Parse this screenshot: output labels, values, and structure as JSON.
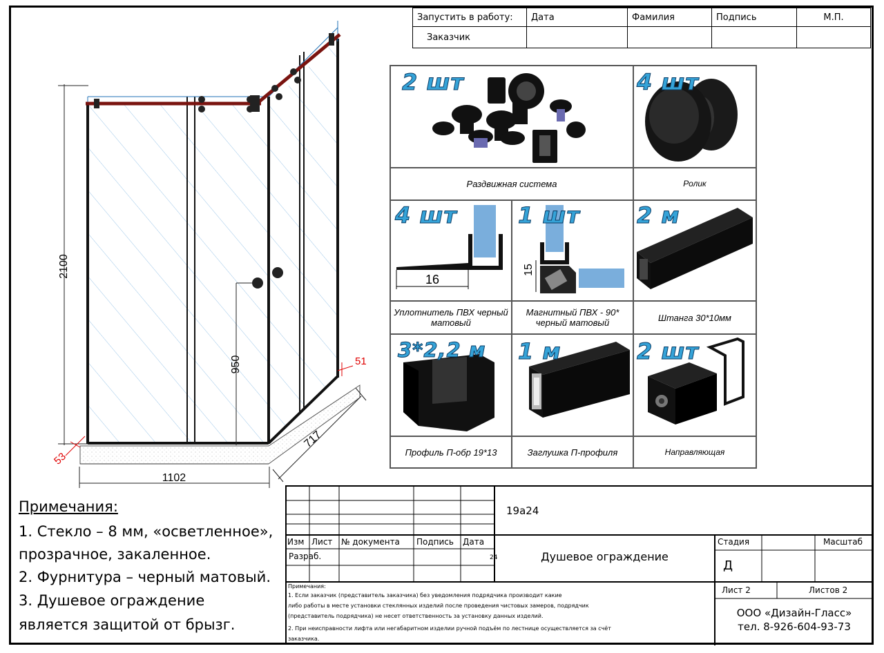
{
  "signature_table": {
    "launch_label": "Запустить в работу:",
    "customer_label": "Заказчик",
    "date_label": "Дата",
    "surname_label": "Фамилия",
    "signature_label": "Подпись",
    "stamp_label": "М.П."
  },
  "drawing": {
    "height_dim": "2100",
    "handle_dim": "950",
    "width_dim": "1102",
    "depth_dim": "717",
    "tray_dim_left": "53",
    "tray_dim_right": "51"
  },
  "parts": [
    {
      "qty": "2 шт",
      "caption": "Раздвижная система"
    },
    {
      "qty": "4 шт",
      "caption": "Ролик"
    },
    {
      "qty": "4 шт",
      "caption": "Уплотнитель ПВХ черный матовый",
      "dim": "16"
    },
    {
      "qty": "1 шт",
      "caption": "Магнитный ПВХ - 90* черный матовый",
      "dim": "15"
    },
    {
      "qty": "2 м",
      "caption": "Штанга 30*10мм"
    },
    {
      "qty": "3*2,2 м",
      "caption": "Профиль П-обр 19*13"
    },
    {
      "qty": "1 м",
      "caption": "Заглушка П-профиля"
    },
    {
      "qty": "2 шт",
      "caption": "Направляющая"
    }
  ],
  "notes": {
    "heading": "Примечания:",
    "lines": [
      "1. Стекло – 8 мм, «осветленное»,",
      "прозрачное, закаленное.",
      "2. Фурнитура – черный матовый.",
      "3. Душевое ограждение",
      "является защитой от брызг."
    ]
  },
  "title_block": {
    "code": "19а24",
    "col_izm": "Изм",
    "col_list": "Лист",
    "col_doc": "№ документа",
    "col_sign": "Подпись",
    "col_date": "Дата",
    "razrab": "Разраб.",
    "date_mark": "24",
    "title": "Душевое ограждение",
    "stage_label": "Стадия",
    "scale_label": "Масштаб",
    "stage_value": "Д",
    "sheet_label": "Лист 2",
    "sheets_label": "Листов 2",
    "company": "ООО «Дизайн-Гласс»",
    "phone": "тел. 8-926-604-93-73",
    "remarks_heading": "Примечания:",
    "remarks": [
      "1. Если заказчик (представитель заказчика) без уведомления подрядчика производит какие",
      "либо работы в месте установки стеклянных изделий после проведения чистовых замеров, подрядчик",
      "(представитель подрядчика) не несет ответственность за установку данных изделий.",
      "2. При неисправности лифта или негабаритном изделии ручной подъём по лестнице осуществляется за счёт",
      "заказчика."
    ]
  },
  "colors": {
    "quantity_text": "#35a3d8",
    "rail": "#7a1410",
    "glass_line": "#1d6fb5",
    "dimension_red": "#e00000",
    "seal_blue": "#7aaedc"
  }
}
